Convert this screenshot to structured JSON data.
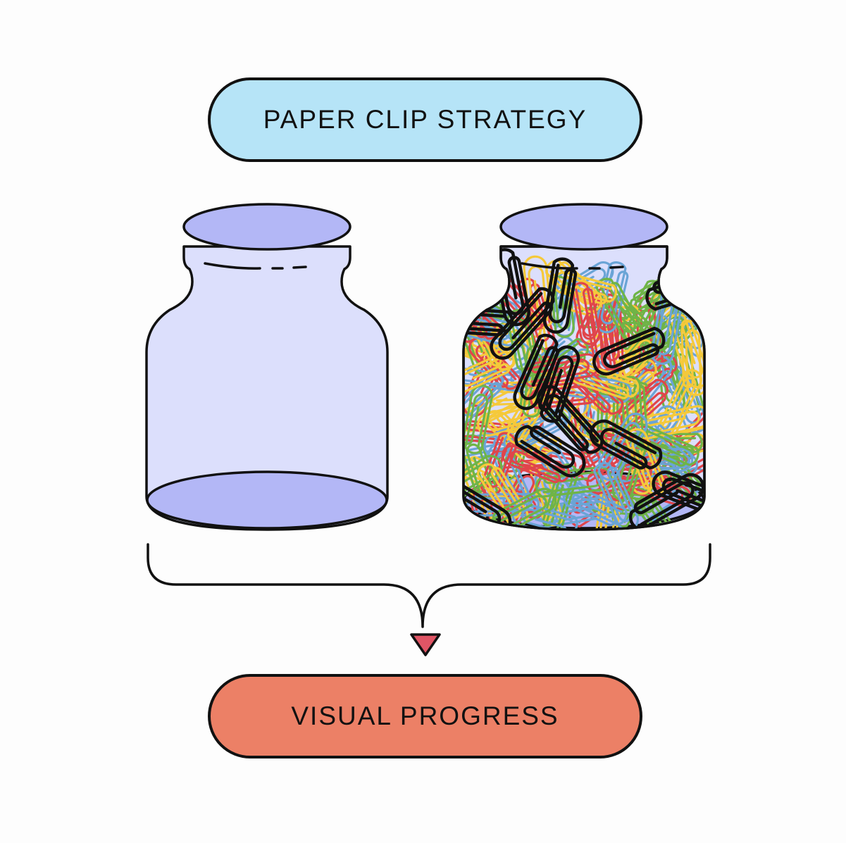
{
  "title": {
    "text": "PAPER CLIP STRATEGY",
    "fill": "#b6e4f7"
  },
  "result": {
    "text": "VISUAL PROGRESS",
    "fill": "#ec8066"
  },
  "jars": [
    {
      "state": "empty"
    },
    {
      "state": "full"
    }
  ],
  "colors": {
    "outline": "#111111",
    "jar_body": "#dcdffc",
    "jar_rim": "#b3b7f6",
    "arrow": "#e05565",
    "clips": [
      "#f5c93a",
      "#e0454b",
      "#6fb447",
      "#6aa4d6",
      "#111111"
    ]
  },
  "icons": [
    "empty-jar-icon",
    "full-jar-icon",
    "paper-clip-icon",
    "down-arrow-icon"
  ]
}
